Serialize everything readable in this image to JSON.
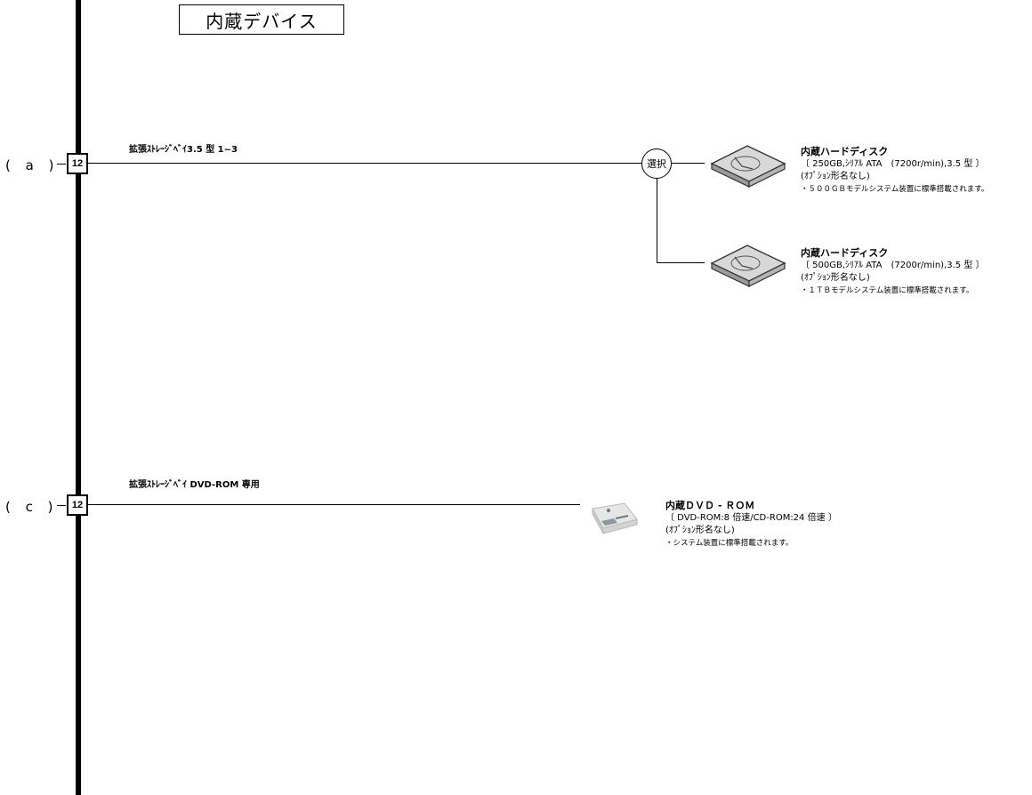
{
  "title": "内蔵デバイス",
  "slots": [
    {
      "label": "( a )",
      "number": "12",
      "bay_label": "拡張ｽﾄﾚｰｼﾞﾍﾞｲ3.5 型 1~3",
      "selector_label": "選択",
      "devices": [
        {
          "name": "内蔵ハードディスク",
          "spec": "〔 250GB,ｼﾘｱﾙ ATA　(7200r/min),3.5 型 〕",
          "option": "(ｵﾌﾟｼｮﾝ形名なし)",
          "note": "・５００ＧＢモデルシステム装置に標準搭載されます。"
        },
        {
          "name": "内蔵ハードディスク",
          "spec": "〔 500GB,ｼﾘｱﾙ ATA　(7200r/min),3.5 型 〕",
          "option": "(ｵﾌﾟｼｮﾝ形名なし)",
          "note": "・１ＴＢモデルシステム装置に標準搭載されます。"
        }
      ]
    },
    {
      "label": "( c )",
      "number": "12",
      "bay_label": "拡張ｽﾄﾚｰｼﾞﾍﾞｲ DVD-ROM 専用",
      "devices": [
        {
          "name": "内蔵ＤＶＤ - ＲＯＭ",
          "spec": "〔 DVD-ROM:8 倍速/CD-ROM:24 倍速 〕",
          "option": "(ｵﾌﾟｼｮﾝ形名なし)",
          "note": "・システム装置に標準搭載されます。"
        }
      ]
    }
  ],
  "icons": {
    "hdd": "hard-disk-icon",
    "dvd": "dvd-drive-icon"
  }
}
